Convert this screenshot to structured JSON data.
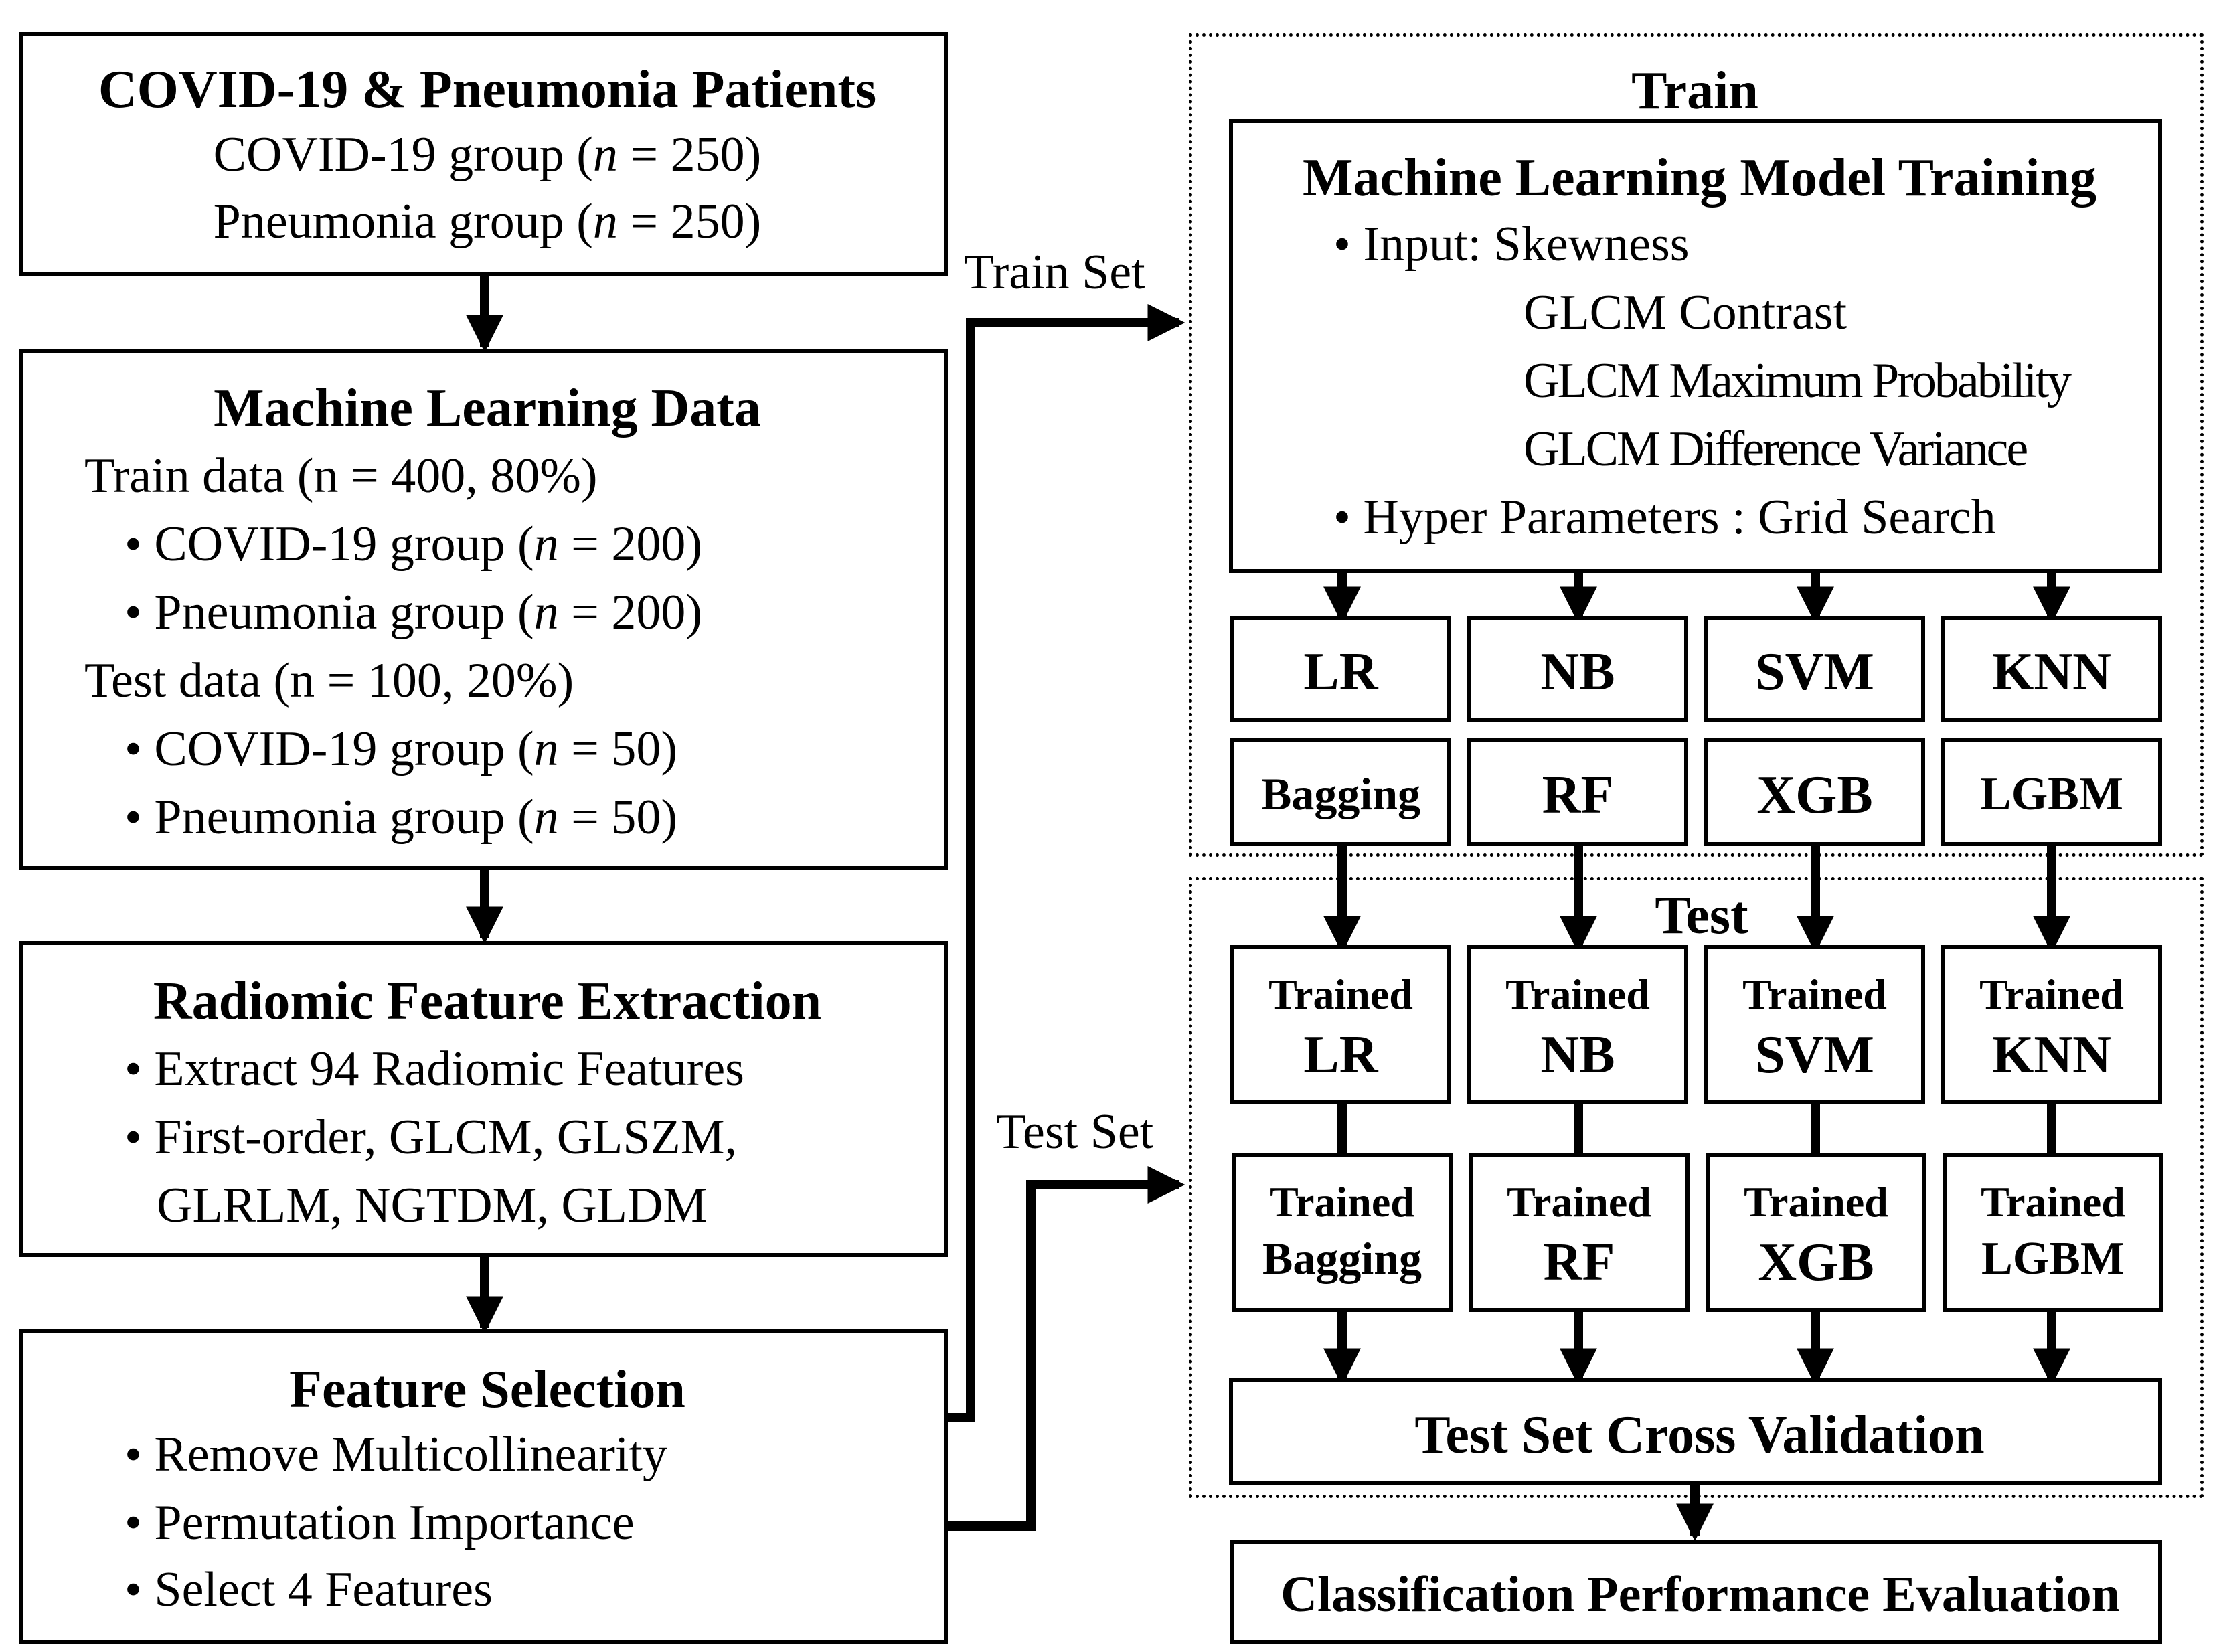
{
  "patients": {
    "title": "COVID-19 & Pneumonia Patients",
    "line1": {
      "prefix": "COVID-19 group (",
      "n": "n",
      "suffix": " = 250)"
    },
    "line2": {
      "prefix": "Pneumonia group (",
      "n": "n",
      "suffix": " = 250)"
    }
  },
  "ml_data": {
    "title": "Machine Learning Data",
    "train_line": "Train data (n = 400, 80%)",
    "train_covid": {
      "prefix": "• COVID-19 group (",
      "n": "n",
      "suffix": " = 200)"
    },
    "train_pneu": {
      "prefix": "• Pneumonia group (",
      "n": "n",
      "suffix": " = 200)"
    },
    "test_line": "Test data (n = 100, 20%)",
    "test_covid": {
      "prefix": "• COVID-19 group (",
      "n": "n",
      "suffix": " = 50)"
    },
    "test_pneu": {
      "prefix": "• Pneumonia group (",
      "n": "n",
      "suffix": " = 50)"
    }
  },
  "radiomic": {
    "title": "Radiomic Feature Extraction",
    "line1": "• Extract 94 Radiomic Features",
    "line2": "• First-order, GLCM, GLSZM,",
    "line3": "GLRLM, NGTDM, GLDM"
  },
  "selection": {
    "title": "Feature Selection",
    "line1": "• Remove Multicollinearity",
    "line2": "• Permutation Importance",
    "line3": "• Select 4 Features"
  },
  "arrows": {
    "train_set": "Train Set",
    "test_set": "Test Set"
  },
  "train_panel": {
    "label": "Train"
  },
  "test_panel": {
    "label": "Test"
  },
  "training": {
    "title": "Machine Learning Model Training",
    "input_label": "• Input: Skewness",
    "features": [
      "GLCM Contrast",
      "GLCM Maximum Probability",
      "GLCM Difference Variance"
    ],
    "hyper": "• Hyper Parameters : Grid Search"
  },
  "models_row1": [
    "LR",
    "NB",
    "SVM",
    "KNN"
  ],
  "models_row2": [
    "Bagging",
    "RF",
    "XGB",
    "LGBM"
  ],
  "trained_prefix": "Trained",
  "cross_validation": "Test Set Cross Validation",
  "evaluation": "Classification Performance Evaluation"
}
